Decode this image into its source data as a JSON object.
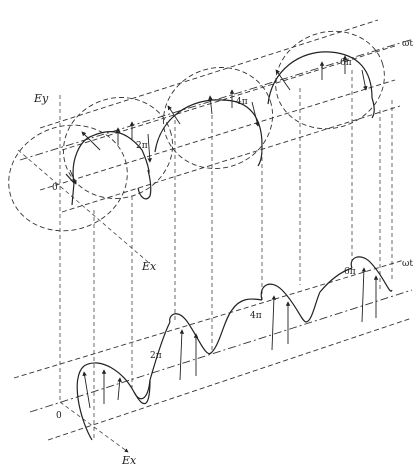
{
  "labels": {
    "field_axis_top": "Ey",
    "field_axis_mid": "Ex",
    "field_axis_bottom": "Ex",
    "origin_top": "0",
    "origin_bottom": "0",
    "phase_2pi_top": "2π",
    "phase_4pi_top": "4π",
    "phase_6pi_top": "6π",
    "phase_2pi_bottom": "2π",
    "phase_4pi_bottom": "4π",
    "phase_6pi_bottom": "6π",
    "omega_top": "ωt",
    "omega_bottom": "ωt"
  }
}
